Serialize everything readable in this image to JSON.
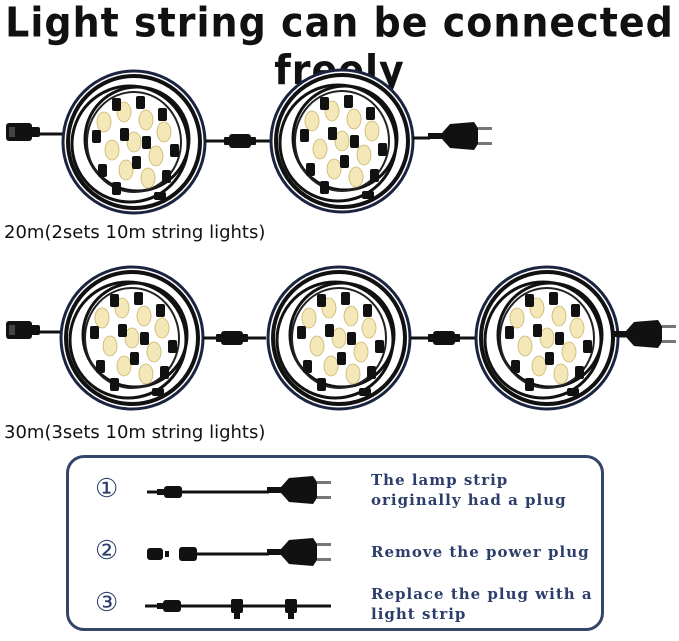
{
  "title": "Light string can be connected freely",
  "captions": {
    "row1": "20m(2sets 10m string lights)",
    "row2": "30m(3sets 10m string lights)"
  },
  "legend": {
    "items": [
      {
        "number": "①",
        "text": "The lamp strip originally had a plug"
      },
      {
        "number": "②",
        "text": "Remove the power plug"
      },
      {
        "number": "③",
        "text": "Replace the plug with a light strip"
      }
    ]
  },
  "colors": {
    "accent": "#2c3e6b",
    "border": "#33456a",
    "bulb": "#f4e7b8"
  }
}
